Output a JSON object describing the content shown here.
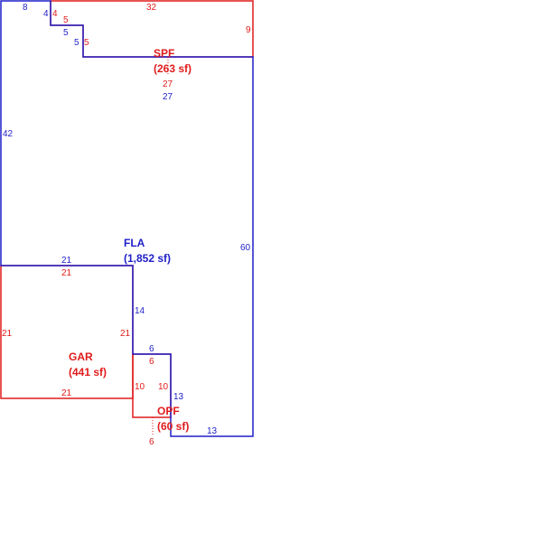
{
  "colors": {
    "fla": "#1f1fc8",
    "other": "#e01b1b",
    "background": "#ffffff"
  },
  "areas": {
    "fla": {
      "name": "FLA",
      "size": "(1,852 sf)"
    },
    "spf": {
      "name": "SPF",
      "size": "(263 sf)"
    },
    "gar": {
      "name": "GAR",
      "size": "(441 sf)"
    },
    "opf": {
      "name": "OPF",
      "size": "(60 sf)"
    }
  },
  "dimensions": {
    "fla_left": "42",
    "fla_top_a": "8",
    "fla_step_a": "4",
    "fla_step_b": "5",
    "fla_step_c": "5",
    "fla_right": "60",
    "fla_lower_left": "21",
    "fla_inner": "14",
    "fla_notch_top": "6",
    "fla_notch_side": "10",
    "fla_bottom_side": "13",
    "fla_bottom": "13",
    "fla_spf_edge": "27",
    "spf_top": "32",
    "spf_right": "9",
    "spf_step_a": "4",
    "spf_step_b": "5",
    "spf_step_c": "5",
    "spf_bottom": "27",
    "gar_top": "21",
    "gar_left": "21",
    "gar_right": "21",
    "gar_bottom": "21",
    "opf_top": "6",
    "opf_left": "10",
    "opf_bottom": "6"
  }
}
